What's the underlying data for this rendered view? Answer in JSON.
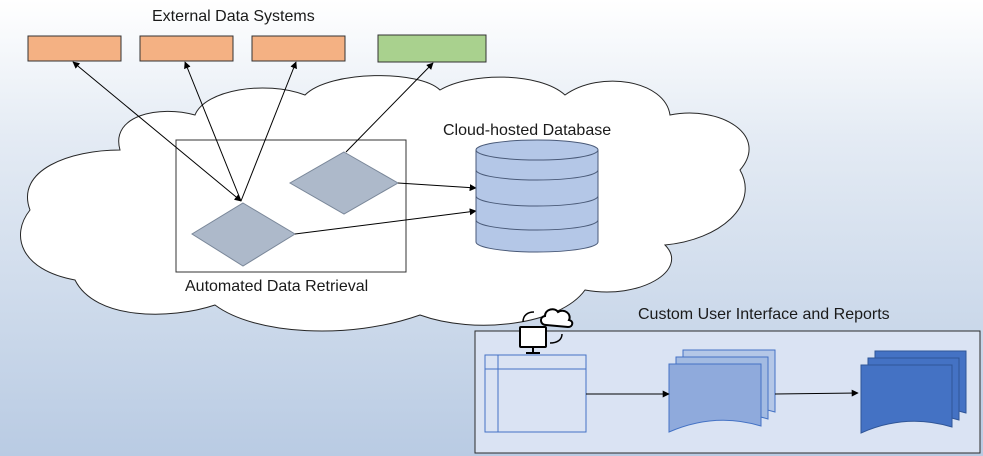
{
  "labels": {
    "external_systems": "External Data Systems",
    "cloud_database": "Cloud-hosted Database",
    "automated_retrieval": "Automated Data Retrieval",
    "custom_ui": "Custom User Interface and Reports"
  },
  "colors": {
    "background_top": "#ffffff",
    "background_bottom": "#b9cbe3",
    "external_source_orange": "#f4b183",
    "external_source_green": "#a9d18e",
    "cloud_fill": "#ffffff",
    "diamond_fill": "#adb9ca",
    "database_fill": "#b4c7e7",
    "report_panel_fill": "#dae3f3",
    "document_light": "#8faadc",
    "document_dark": "#4472c4",
    "outline": "#2b2b2b"
  },
  "icons": {
    "ui_icon": "computer-cloud-sync-icon"
  }
}
